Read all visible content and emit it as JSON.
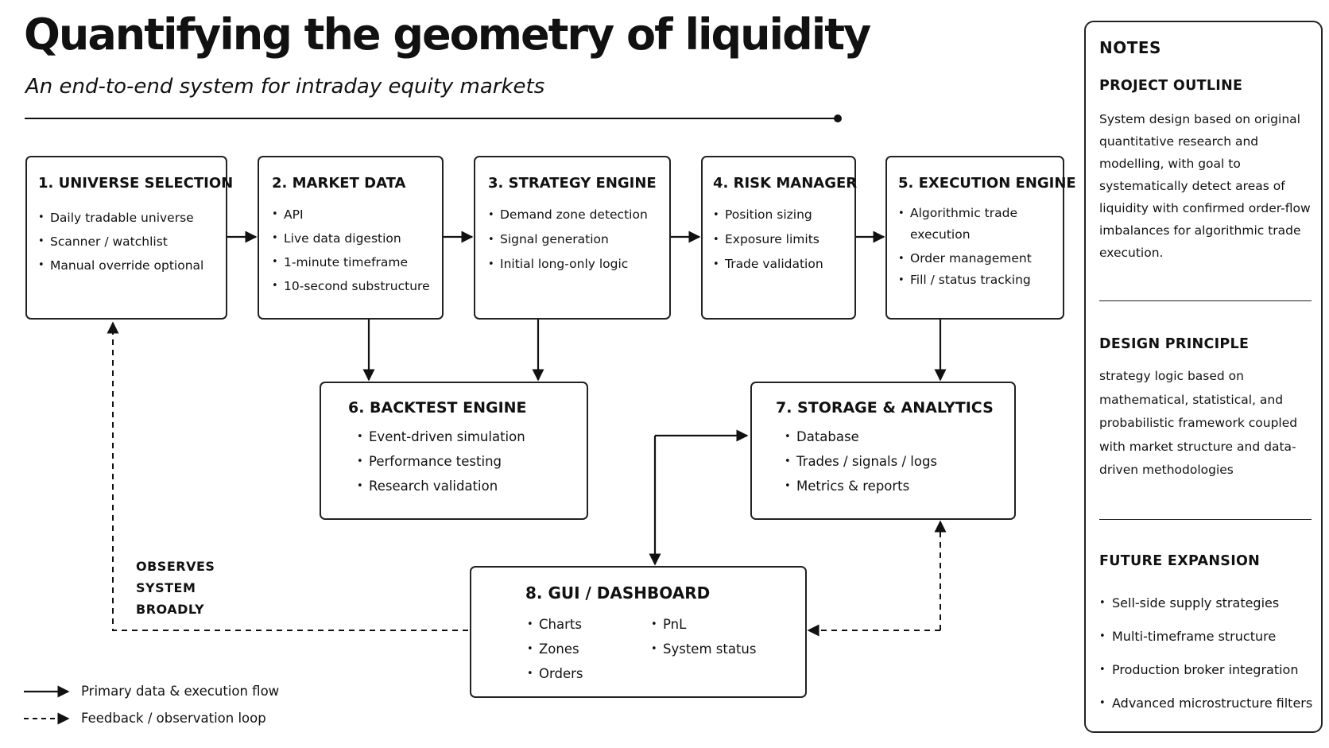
{
  "title": "Quantifying the geometry of liquidity",
  "subtitle": "An end-to-end system for intraday equity markets",
  "boxes": {
    "universe": {
      "title": "1. UNIVERSE SELECTION",
      "items": [
        "Daily tradable universe",
        "Scanner / watchlist",
        "Manual override optional"
      ]
    },
    "market_data": {
      "title": "2. MARKET DATA",
      "items": [
        "API",
        "Live data digestion",
        "1-minute timeframe",
        "10-second substructure"
      ]
    },
    "strategy": {
      "title": "3.  STRATEGY ENGINE",
      "items": [
        "Demand zone detection",
        "Signal generation",
        "Initial long-only logic"
      ]
    },
    "risk": {
      "title": "4. RISK MANAGER",
      "items": [
        "Position sizing",
        "Exposure limits",
        "Trade validation"
      ]
    },
    "execution": {
      "title": "5. EXECUTION ENGINE",
      "items": [
        "Algorithmic trade execution",
        "Order management",
        "Fill / status tracking"
      ]
    },
    "backtest": {
      "title": "6. BACKTEST ENGINE",
      "items": [
        "Event-driven simulation",
        "Performance testing",
        "Research validation"
      ]
    },
    "storage": {
      "title": "7. STORAGE & ANALYTICS",
      "items": [
        "Database",
        "Trades / signals / logs",
        "Metrics & reports"
      ]
    },
    "gui": {
      "title": "8. GUI / DASHBOARD",
      "col1": [
        "Charts",
        "Zones",
        "Orders"
      ],
      "col2": [
        "PnL",
        "System status"
      ]
    }
  },
  "observes": [
    "OBSERVES",
    "SYSTEM",
    "BROADLY"
  ],
  "legend": {
    "primary": "Primary data & execution flow",
    "feedback": "Feedback / observation loop"
  },
  "notes": {
    "heading": "NOTES",
    "outline_title": "PROJECT OUTLINE",
    "outline_text": "System design based on original quantitative research and modelling, with goal to systematically detect areas of liquidity with confirmed order-flow imbalances for algorithmic trade execution.",
    "design_title": "DESIGN PRINCIPLE",
    "design_text": "strategy logic based on mathematical, statistical, and probabilistic framework coupled with market structure and data-driven methodologies",
    "future_title": "FUTURE EXPANSION",
    "future_items": [
      "Sell-side supply strategies",
      "Multi-timeframe structure",
      "Production broker integration",
      "Advanced microstructure filters"
    ]
  }
}
